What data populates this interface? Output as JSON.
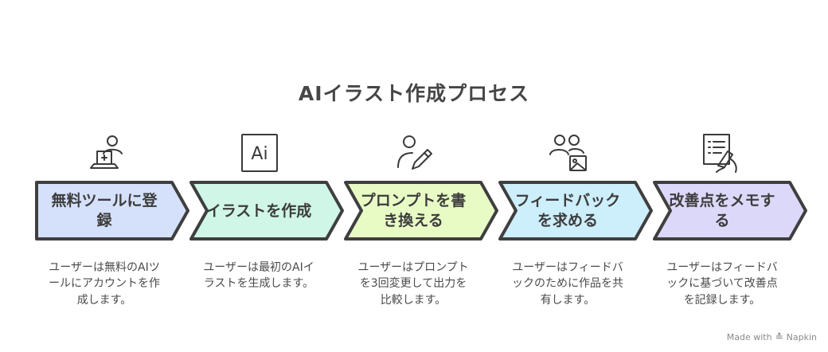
{
  "title": "AIイラスト作成プロセス",
  "steps": [
    {
      "label": "無料ツールに登録",
      "description": "ユーザーは無料のAIツールにアカウントを作成します。",
      "icon": "user-laptop-icon",
      "color": "#d5e0fb"
    },
    {
      "label": "イラストを作成",
      "description": "ユーザーは最初のAIイラストを生成します。",
      "icon": "ai-file-icon",
      "color": "#cff6e6"
    },
    {
      "label": "プロンプトを書き換える",
      "description": "ユーザーはプロンプトを3回変更して出力を比較します。",
      "icon": "user-edit-icon",
      "color": "#e8fbc5"
    },
    {
      "label": "フィードバックを求める",
      "description": "ユーザーはフィードバックのために作品を共有します。",
      "icon": "users-image-icon",
      "color": "#cdeefb"
    },
    {
      "label": "改善点をメモする",
      "description": "ユーザーはフィードバックに基づいて改善点を記録します。",
      "icon": "note-writing-icon",
      "color": "#dcd8f9"
    }
  ],
  "credit": {
    "text": "Made with",
    "brand": "Napkin"
  }
}
